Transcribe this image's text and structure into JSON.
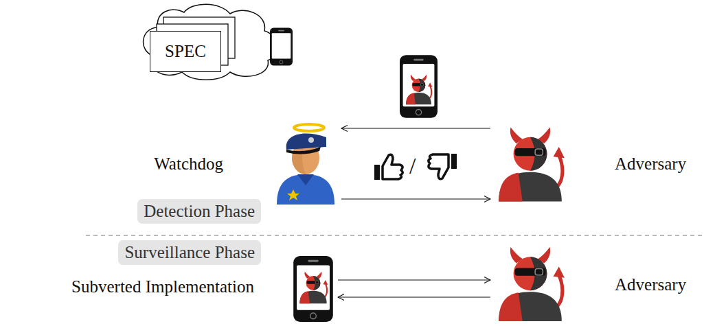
{
  "diagram": {
    "nodes": [
      {
        "text": [
          "SPEC"
        ]
      },
      {
        "text": [
          "Watchdog"
        ]
      },
      {
        "text": [
          "Adversary"
        ]
      },
      {
        "text": [
          "Detection Phase"
        ]
      },
      {
        "text": [
          "Surveillance Phase"
        ]
      },
      {
        "text": [
          "Subverted Implementation"
        ]
      },
      {
        "text": [
          "Adversary"
        ]
      }
    ],
    "edges": [
      {
        "from": 2,
        "to": 1,
        "arrow": "to"
      },
      {
        "from": 1,
        "to": 2,
        "arrow": "to"
      },
      {
        "from": 5,
        "to": 6,
        "arrow": "to"
      },
      {
        "from": 6,
        "to": 5,
        "arrow": "to"
      }
    ],
    "labels": [
      "/"
    ]
  }
}
